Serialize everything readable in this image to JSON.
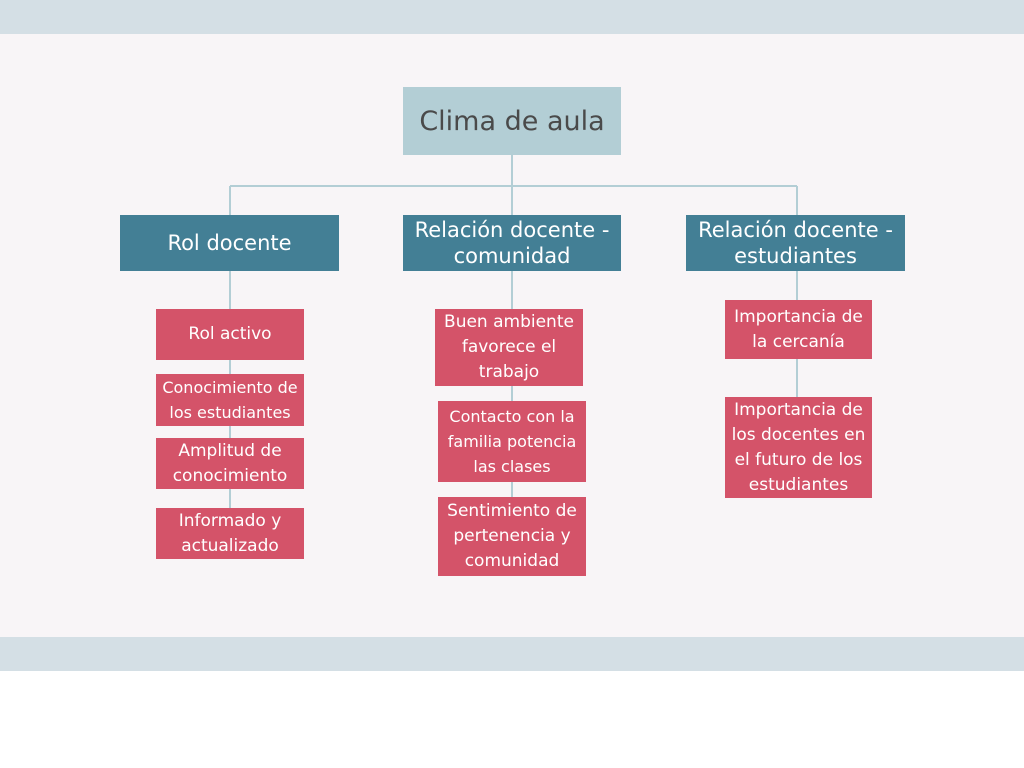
{
  "colors": {
    "band": "#d4dfe5",
    "canvas": "#f8f5f7",
    "root_fill": "#b3ced5",
    "root_text": "#4a4a4a",
    "branch_fill": "#437f95",
    "leaf_fill": "#d45369",
    "connector": "#b3ced5"
  },
  "diagram": {
    "root": "Clima de aula",
    "branches": [
      {
        "label": "Rol docente",
        "items": [
          "Rol activo",
          "Conocimiento de los estudiantes",
          "Amplitud de conocimiento",
          "Informado y actualizado"
        ]
      },
      {
        "label": "Relación docente - comunidad",
        "items": [
          "Buen ambiente favorece el trabajo",
          "Contacto con la familia potencia las clases",
          "Sentimiento de pertenencia y comunidad"
        ]
      },
      {
        "label": "Relación docente - estudiantes",
        "items": [
          "Importancia de la cercanía",
          "Importancia de los docentes en el futuro de los estudiantes"
        ]
      }
    ]
  }
}
